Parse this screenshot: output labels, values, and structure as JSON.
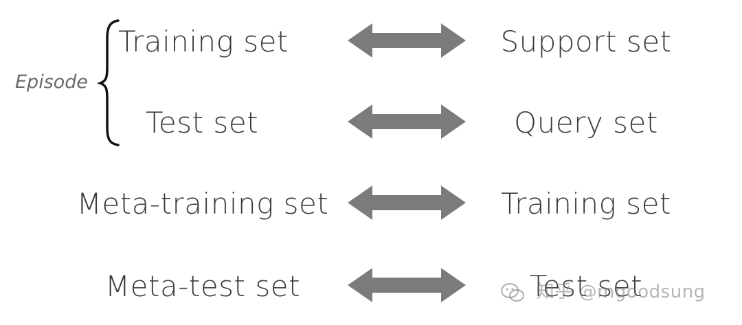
{
  "episode_label": "Episode",
  "rows": [
    {
      "left": "Training set",
      "right": "Support set"
    },
    {
      "left": "Test set",
      "right": "Query set"
    },
    {
      "left": "Meta-training set",
      "right": "Training set"
    },
    {
      "left": "Meta-test set",
      "right": "Test set"
    }
  ],
  "watermark": "知乎 @mgoodsung",
  "colors": {
    "text": "#3c3c3c",
    "arrow": "#7a7c7b",
    "brace": "#111111"
  },
  "icons": [
    "double-headed-arrow-icon",
    "curly-brace-icon",
    "wechat-icon"
  ]
}
